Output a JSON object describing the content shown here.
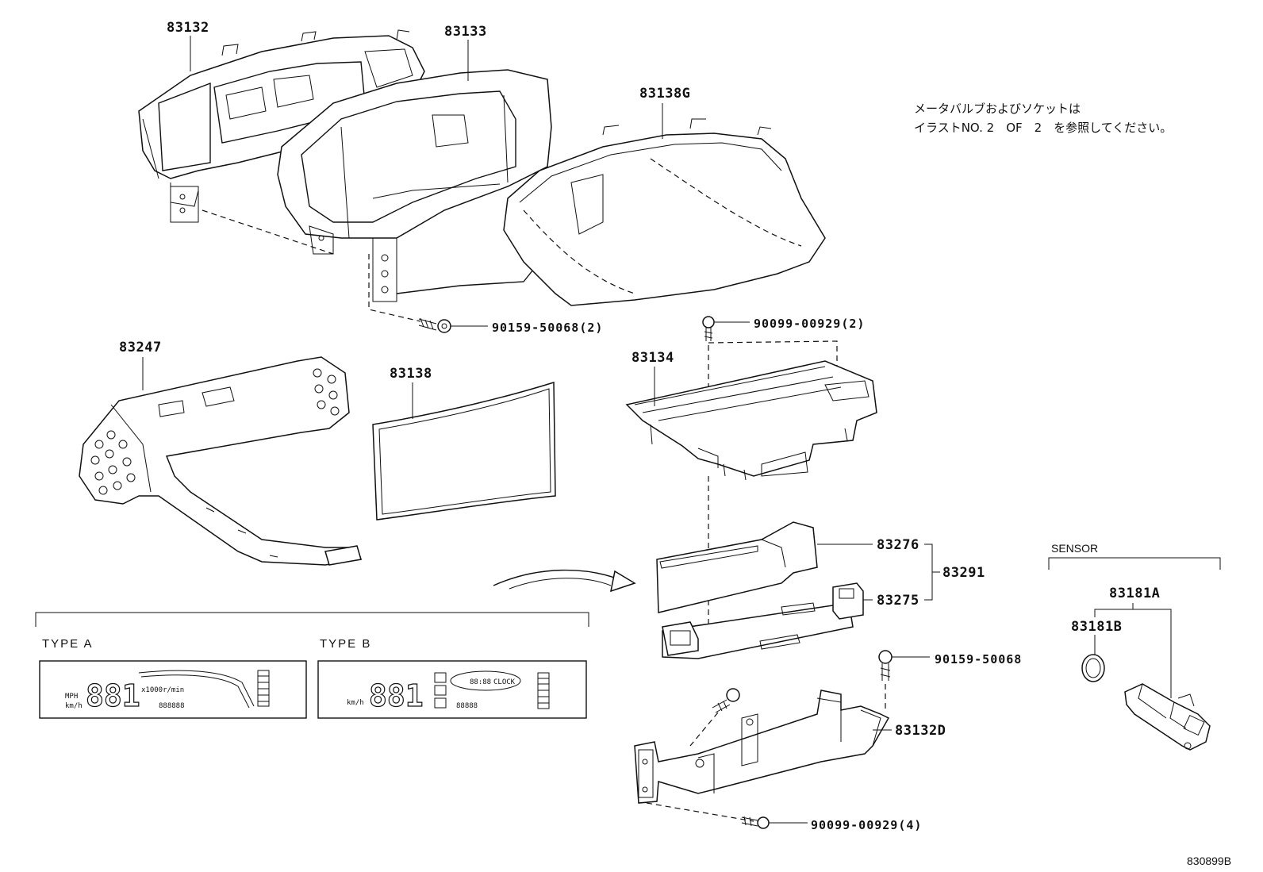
{
  "parts": {
    "p83132": "83132",
    "p83133": "83133",
    "p83138G": "83138G",
    "p83247": "83247",
    "p83138": "83138",
    "p83134": "83134",
    "p83276": "83276",
    "p83291": "83291",
    "p83275": "83275",
    "p83132D": "83132D",
    "p83181A": "83181A",
    "p83181B": "83181B",
    "bolt1": "90159-50068(2)",
    "screw1": "90099-00929(2)",
    "bolt2": "90159-50068",
    "screw2": "90099-00929(4)"
  },
  "note": {
    "line1": "メータバルブおよびソケットは",
    "line2": "イラストNO. 2　OF　2　を参照してください。"
  },
  "sensor_label": "SENSOR",
  "types": {
    "a": "TYPE A",
    "b": "TYPE B"
  },
  "lcd": {
    "digits": "881",
    "rpm": "x1000r/min",
    "mph": "MPH",
    "kmh": "km/h",
    "odo": "888888",
    "clock": "CLOCK",
    "clock_digits": "88:88",
    "odo_b": "88888"
  },
  "illustration_id": "830899B"
}
